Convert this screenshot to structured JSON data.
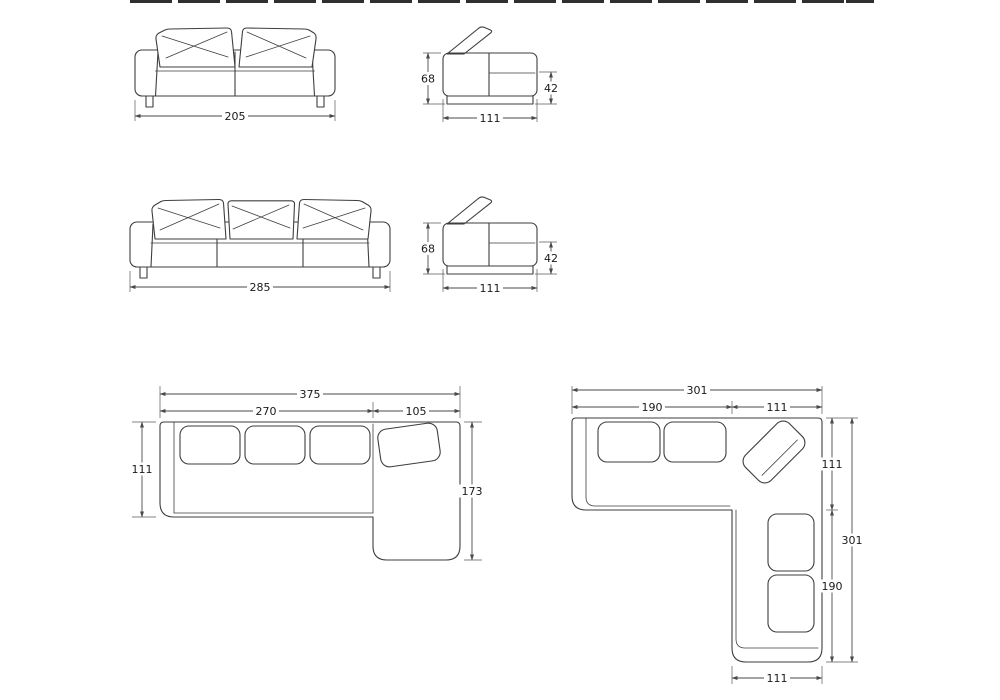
{
  "colors": {
    "line": "#3e3e3e",
    "dimension": "#4a4a4a",
    "text": "#1a1a1a",
    "background": "#ffffff"
  },
  "views": {
    "sofa_205_front": {
      "width": "205"
    },
    "sofa_205_side": {
      "height": "68",
      "front_height": "42",
      "depth": "111"
    },
    "sofa_285_front": {
      "width": "285"
    },
    "sofa_285_side": {
      "height": "68",
      "front_height": "42",
      "depth": "111"
    },
    "chaise_plan": {
      "total_width": "375",
      "sofa_width": "270",
      "chaise_width": "105",
      "depth": "111",
      "chaise_depth": "173"
    },
    "corner_plan": {
      "total_width": "301",
      "left_width": "190",
      "corner_width": "111",
      "upper_right_depth": "111",
      "total_depth": "301",
      "lower_right_depth": "190",
      "bottom_width": "111"
    }
  }
}
